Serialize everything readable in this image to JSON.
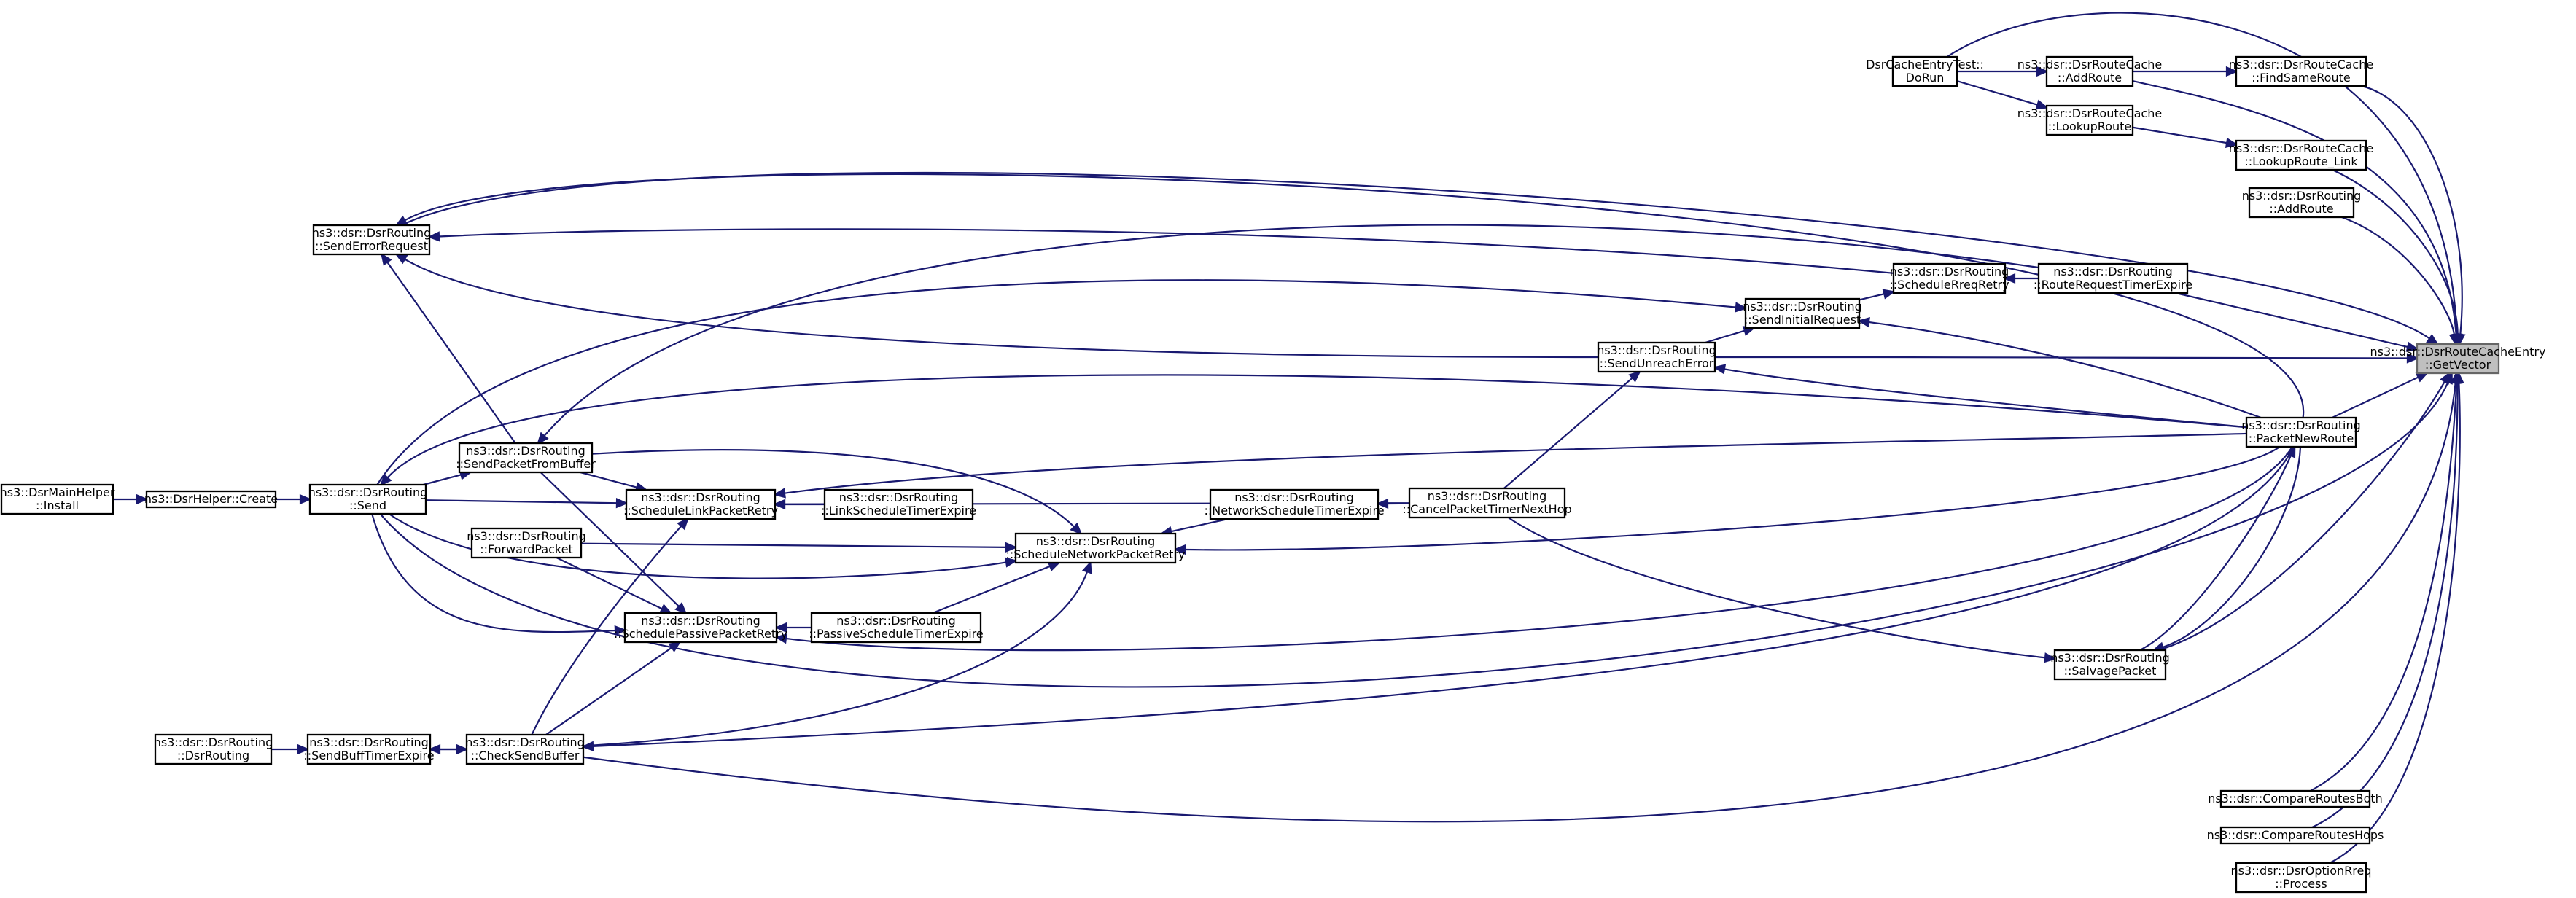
{
  "nodes": [
    {
      "id": "getvector",
      "lines": [
        "ns3::dsr::DsrRouteCacheEntry",
        "::GetVector"
      ],
      "root": true
    },
    {
      "id": "dorun",
      "lines": [
        "DsrCacheEntryTest::",
        "DoRun"
      ]
    },
    {
      "id": "cache_addroute",
      "lines": [
        "ns3::dsr::DsrRouteCache",
        "::AddRoute"
      ]
    },
    {
      "id": "findsameroute",
      "lines": [
        "ns3::dsr::DsrRouteCache",
        "::FindSameRoute"
      ]
    },
    {
      "id": "lookuproute",
      "lines": [
        "ns3::dsr::DsrRouteCache",
        "::LookupRoute"
      ]
    },
    {
      "id": "lookuproute_link",
      "lines": [
        "ns3::dsr::DsrRouteCache",
        "::LookupRoute_Link"
      ]
    },
    {
      "id": "routing_addroute",
      "lines": [
        "ns3::dsr::DsrRouting",
        "::AddRoute"
      ]
    },
    {
      "id": "senderrorrequest",
      "lines": [
        "ns3::dsr::DsrRouting",
        "::SendErrorRequest"
      ]
    },
    {
      "id": "schedulerreqretry",
      "lines": [
        "ns3::dsr::DsrRouting",
        "::ScheduleRreqRetry"
      ]
    },
    {
      "id": "routerequesttimerexpire",
      "lines": [
        "ns3::dsr::DsrRouting",
        "::RouteRequestTimerExpire"
      ]
    },
    {
      "id": "sendinitialrequest",
      "lines": [
        "ns3::dsr::DsrRouting",
        "::SendInitialRequest"
      ]
    },
    {
      "id": "sendunreacherror",
      "lines": [
        "ns3::dsr::DsrRouting",
        "::SendUnreachError"
      ]
    },
    {
      "id": "packetnewroute",
      "lines": [
        "ns3::dsr::DsrRouting",
        "::PacketNewRoute"
      ]
    },
    {
      "id": "sendpacketfrombuffer",
      "lines": [
        "ns3::dsr::DsrRouting",
        "::SendPacketFromBuffer"
      ]
    },
    {
      "id": "mainhelper_install",
      "lines": [
        "ns3::DsrMainHelper",
        "::Install"
      ]
    },
    {
      "id": "helper_create",
      "lines": [
        "ns3::DsrHelper::Create"
      ]
    },
    {
      "id": "send",
      "lines": [
        "ns3::dsr::DsrRouting",
        "::Send"
      ]
    },
    {
      "id": "schedulelinkpacketretry",
      "lines": [
        "ns3::dsr::DsrRouting",
        "::ScheduleLinkPacketRetry"
      ]
    },
    {
      "id": "linkscheduletimerexpire",
      "lines": [
        "ns3::dsr::DsrRouting",
        "::LinkScheduleTimerExpire"
      ]
    },
    {
      "id": "networkscheduletimerexpire",
      "lines": [
        "ns3::dsr::DsrRouting",
        "::NetworkScheduleTimerExpire"
      ]
    },
    {
      "id": "cancelpackettimernexthop",
      "lines": [
        "ns3::dsr::DsrRouting",
        "::CancelPacketTimerNextHop"
      ]
    },
    {
      "id": "forwardpacket",
      "lines": [
        "ns3::dsr::DsrRouting",
        "::ForwardPacket"
      ]
    },
    {
      "id": "schedulenetworkpacketretry",
      "lines": [
        "ns3::dsr::DsrRouting",
        "::ScheduleNetworkPacketRetry"
      ]
    },
    {
      "id": "schedulepassivepacketretry",
      "lines": [
        "ns3::dsr::DsrRouting",
        "::SchedulePassivePacketRetry"
      ]
    },
    {
      "id": "passivescheduletimerexpire",
      "lines": [
        "ns3::dsr::DsrRouting",
        "::PassiveScheduleTimerExpire"
      ]
    },
    {
      "id": "salvagepacket",
      "lines": [
        "ns3::dsr::DsrRouting",
        "::SalvagePacket"
      ]
    },
    {
      "id": "dsrrouting_ctor",
      "lines": [
        "ns3::dsr::DsrRouting",
        "::DsrRouting"
      ]
    },
    {
      "id": "sendbufftimerexpire",
      "lines": [
        "ns3::dsr::DsrRouting",
        "::SendBuffTimerExpire"
      ]
    },
    {
      "id": "checksendbuffer",
      "lines": [
        "ns3::dsr::DsrRouting",
        "::CheckSendBuffer"
      ]
    },
    {
      "id": "compareroutesboth",
      "lines": [
        "ns3::dsr::CompareRoutesBoth"
      ]
    },
    {
      "id": "comparerouteshops",
      "lines": [
        "ns3::dsr::CompareRoutesHops"
      ]
    },
    {
      "id": "optionrreq_process",
      "lines": [
        "ns3::dsr::DsrOptionRreq",
        "::Process"
      ]
    }
  ],
  "edges": [
    {
      "from": "dorun",
      "to": "cache_addroute"
    },
    {
      "from": "dorun",
      "to": "lookuproute"
    },
    {
      "from": "cache_addroute",
      "to": "findsameroute"
    },
    {
      "from": "lookuproute",
      "to": "lookuproute_link"
    },
    {
      "from": "dorun",
      "to": "getvector"
    },
    {
      "from": "cache_addroute",
      "to": "getvector"
    },
    {
      "from": "findsameroute",
      "to": "getvector"
    },
    {
      "from": "lookuproute_link",
      "to": "getvector"
    },
    {
      "from": "routing_addroute",
      "to": "getvector"
    },
    {
      "from": "senderrorrequest",
      "to": "getvector"
    },
    {
      "from": "routerequesttimerexpire",
      "to": "getvector"
    },
    {
      "from": "sendunreacherror",
      "to": "getvector"
    },
    {
      "from": "packetnewroute",
      "to": "getvector"
    },
    {
      "from": "send",
      "to": "getvector"
    },
    {
      "from": "salvagepacket",
      "to": "getvector"
    },
    {
      "from": "checksendbuffer",
      "to": "getvector"
    },
    {
      "from": "compareroutesboth",
      "to": "getvector"
    },
    {
      "from": "comparerouteshops",
      "to": "getvector"
    },
    {
      "from": "optionrreq_process",
      "to": "getvector"
    },
    {
      "from": "schedulerreqretry",
      "to": "senderrorrequest"
    },
    {
      "from": "routerequesttimerexpire",
      "to": "schedulerreqretry"
    },
    {
      "from": "sendinitialrequest",
      "to": "schedulerreqretry"
    },
    {
      "from": "sendunreacherror",
      "to": "sendinitialrequest"
    },
    {
      "from": "packetnewroute",
      "to": "sendinitialrequest"
    },
    {
      "from": "send",
      "to": "sendinitialrequest"
    },
    {
      "from": "sendunreacherror",
      "to": "senderrorrequest"
    },
    {
      "from": "packetnewroute",
      "to": "sendunreacherror"
    },
    {
      "from": "cancelpackettimernexthop",
      "to": "sendunreacherror"
    },
    {
      "from": "packetnewroute",
      "to": "senderrorrequest"
    },
    {
      "from": "routerequesttimerexpire",
      "to": "sendpacketfrombuffer"
    },
    {
      "from": "sendpacketfrombuffer",
      "to": "senderrorrequest"
    },
    {
      "from": "send",
      "to": "sendpacketfrombuffer"
    },
    {
      "from": "packetnewroute",
      "to": "send"
    },
    {
      "from": "helper_create",
      "to": "send"
    },
    {
      "from": "mainhelper_install",
      "to": "helper_create"
    },
    {
      "from": "send",
      "to": "schedulelinkpacketretry"
    },
    {
      "from": "sendpacketfrombuffer",
      "to": "schedulelinkpacketretry"
    },
    {
      "from": "packetnewroute",
      "to": "schedulelinkpacketretry"
    },
    {
      "from": "linkscheduletimerexpire",
      "to": "schedulelinkpacketretry"
    },
    {
      "from": "cancelpackettimernexthop",
      "to": "schedulelinkpacketretry"
    },
    {
      "from": "checksendbuffer",
      "to": "schedulelinkpacketretry"
    },
    {
      "from": "sendpacketfrombuffer",
      "to": "schedulenetworkpacketretry"
    },
    {
      "from": "forwardpacket",
      "to": "schedulenetworkpacketretry"
    },
    {
      "from": "send",
      "to": "schedulenetworkpacketretry"
    },
    {
      "from": "packetnewroute",
      "to": "schedulenetworkpacketretry"
    },
    {
      "from": "networkscheduletimerexpire",
      "to": "schedulenetworkpacketretry"
    },
    {
      "from": "cancelpackettimernexthop",
      "to": "networkscheduletimerexpire"
    },
    {
      "from": "passivescheduletimerexpire",
      "to": "schedulenetworkpacketretry"
    },
    {
      "from": "checksendbuffer",
      "to": "schedulenetworkpacketretry"
    },
    {
      "from": "sendpacketfrombuffer",
      "to": "schedulepassivepacketretry"
    },
    {
      "from": "forwardpacket",
      "to": "schedulepassivepacketretry"
    },
    {
      "from": "send",
      "to": "schedulepassivepacketretry"
    },
    {
      "from": "passivescheduletimerexpire",
      "to": "schedulepassivepacketretry"
    },
    {
      "from": "packetnewroute",
      "to": "schedulepassivepacketretry"
    },
    {
      "from": "checksendbuffer",
      "to": "schedulepassivepacketretry"
    },
    {
      "from": "cancelpackettimernexthop",
      "to": "salvagepacket"
    },
    {
      "from": "packetnewroute",
      "to": "salvagepacket"
    },
    {
      "from": "salvagepacket",
      "to": "packetnewroute"
    },
    {
      "from": "packetnewroute",
      "to": "checksendbuffer"
    },
    {
      "from": "dsrrouting_ctor",
      "to": "sendbufftimerexpire"
    },
    {
      "from": "checksendbuffer",
      "to": "sendbufftimerexpire"
    },
    {
      "from": "sendbufftimerexpire",
      "to": "checksendbuffer"
    }
  ]
}
